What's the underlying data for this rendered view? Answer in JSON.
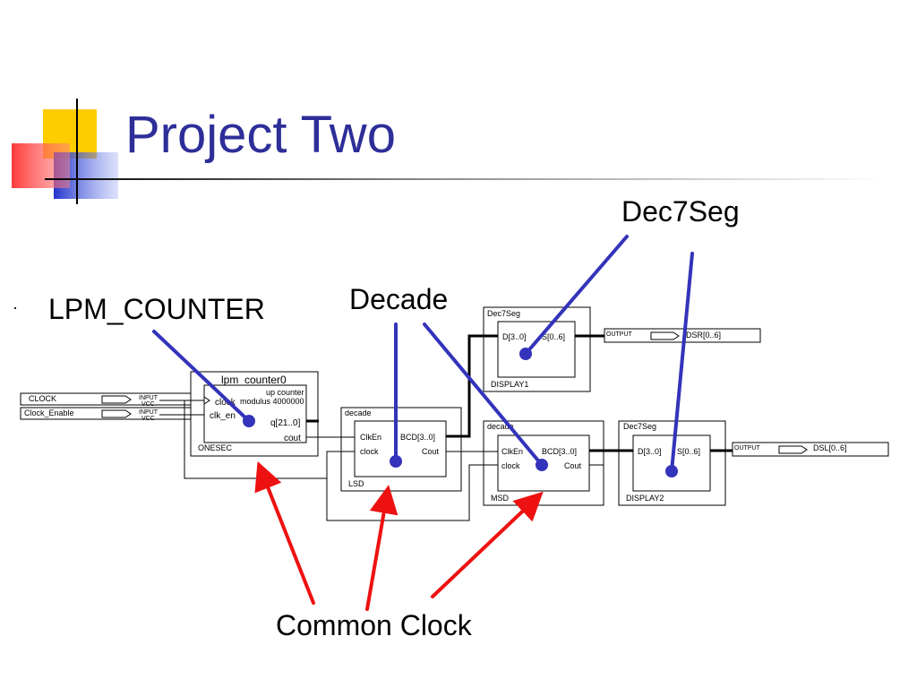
{
  "slide": {
    "title": "Project Two",
    "bullet_marker": "·",
    "bullet_text": "LPM_COUNTER",
    "callouts": {
      "decade": "Decade",
      "dec7seg": "Dec7Seg",
      "common_clock": "Common Clock"
    }
  },
  "schematic": {
    "inputs": [
      {
        "name": "CLOCK",
        "type": "INPUT",
        "sub": "VCC"
      },
      {
        "name": "Clock_Enable",
        "type": "INPUT",
        "sub": "VCC"
      }
    ],
    "counter": {
      "title": "lpm_counter0",
      "desc1": "up counter",
      "desc2": "modulus 4000000",
      "pin_clock": "clock",
      "pin_clk_en": "clk_en",
      "pin_q": "q[21..0]",
      "pin_cout": "cout",
      "instance": "ONESEC"
    },
    "decade_lsd": {
      "title": "decade",
      "pin_clken": "ClkEn",
      "pin_clock": "clock",
      "pin_bcd": "BCD[3..0]",
      "pin_cout": "Cout",
      "instance": "LSD"
    },
    "decade_msd": {
      "title": "decade",
      "pin_clken": "ClkEn",
      "pin_clock": "clock",
      "pin_bcd": "BCD[3..0]",
      "pin_cout": "Cout",
      "instance": "MSD"
    },
    "dec7seg_1": {
      "title": "Dec7Seg",
      "pin_d": "D[3..0]",
      "pin_s": "S[0..6]",
      "instance": "DISPLAY1"
    },
    "dec7seg_2": {
      "title": "Dec7Seg",
      "pin_d": "D[3..0]",
      "pin_s": "S[0..6]",
      "instance": "DISPLAY2"
    },
    "outputs": [
      {
        "type": "OUTPUT",
        "name": "DSR[0..6]"
      },
      {
        "type": "OUTPUT",
        "name": "DSL[0..6]"
      }
    ]
  },
  "colors": {
    "title": "#2e2e99",
    "blue_pointer": "#3333bb",
    "red_pointer": "#ee1111",
    "deco_yellow": "#ffcc00",
    "deco_red": "#ff4444",
    "deco_blue": "#3344cc"
  }
}
